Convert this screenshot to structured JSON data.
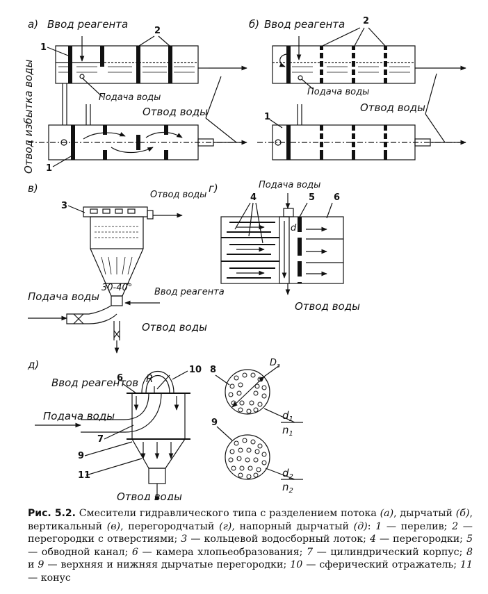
{
  "panels": {
    "a": {
      "letter": "а)",
      "reagent_inlet": "Ввод реагента",
      "overflow_outlet": "Отвод избытка воды",
      "water_supply": "Подача воды",
      "water_outlet": "Отвод воды",
      "callouts": [
        "1",
        "2",
        "1"
      ]
    },
    "b": {
      "letter": "б)",
      "reagent_inlet": "Ввод реагента",
      "water_supply": "Подача воды",
      "water_outlet": "Отвод воды",
      "callouts": [
        "2",
        "1"
      ]
    },
    "v": {
      "letter": "в)",
      "water_outlet_top": "Отвод воды",
      "angle": "30-40°",
      "water_supply": "Подача воды",
      "reagent_inlet": "Ввод реагента",
      "water_outlet_bottom": "Отвод воды",
      "callouts": [
        "3"
      ]
    },
    "g": {
      "letter": "г)",
      "water_supply": "Подача воды",
      "water_outlet": "Отвод воды",
      "callouts": [
        "4",
        "5",
        "6"
      ]
    },
    "d": {
      "letter": "д)",
      "reagents_inlet": "Ввод реагентов",
      "water_supply": "Подача воды",
      "water_outlet": "Отвод воды",
      "radius": "R",
      "dim_D": "D",
      "dim_D_sub": "з",
      "d1": "d",
      "d1_sub": "1",
      "n1": "n",
      "n1_sub": "1",
      "d2": "d",
      "d2_sub": "2",
      "n2": "n",
      "n2_sub": "2",
      "callouts": [
        "6",
        "10",
        "7",
        "9",
        "11",
        "8",
        "9"
      ]
    }
  },
  "caption": {
    "title": "Рис. 5.2.",
    "p1": " Смесители гидравлического типа с разделением потока ",
    "a": "(а)",
    "p2": ", дырчатый ",
    "b": "(б)",
    "p3": ", вертикальный ",
    "v": "(в)",
    "p4": ", перегородчатый ",
    "g": "(г)",
    "p5": ", напорный дырчатый ",
    "d": "(д)",
    "p6": ":",
    "i1": "1",
    "t1": " — перелив; ",
    "i2": "2",
    "t2": " — перегородки с отверстиями; ",
    "i3": "3",
    "t3": " — кольцевой водосборный лоток; ",
    "i4": "4",
    "t4": " — перегородки; ",
    "i5": "5",
    "t5": " — обводной канал; ",
    "i6": "6",
    "t6": " — камера хлопьеобразования; ",
    "i7": "7",
    "t7": " — цилиндрический корпус; ",
    "i8": "8",
    "t8a": " и ",
    "i9": "9",
    "t9": " — верхняя и нижняя дырчатые перегородки; ",
    "i10": "10",
    "t10": " — сферический отражатель; ",
    "i11": "11",
    "t11": " — конус"
  }
}
